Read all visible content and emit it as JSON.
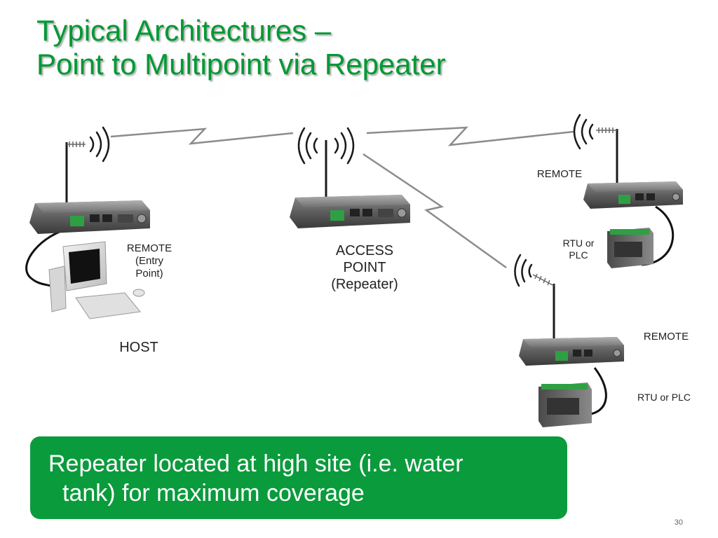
{
  "title": {
    "line1": "Typical Architectures –",
    "line2": "Point to Multipoint via Repeater"
  },
  "labels": {
    "remote_entry": "REMOTE\n(Entry\nPoint)",
    "host": "HOST",
    "access_point": "ACCESS\nPOINT\n(Repeater)",
    "remote_top": "REMOTE",
    "rtu_top": "RTU or\nPLC",
    "remote_bottom": "REMOTE",
    "rtu_bottom": "RTU or PLC"
  },
  "callout": {
    "line1": "Repeater located at high site (i.e. water",
    "line2": "tank) for maximum  coverage"
  },
  "slide_number": "30",
  "colors": {
    "title_green": "#009933",
    "callout_green": "#0a9b3c",
    "connector_green": "#2ea043"
  }
}
